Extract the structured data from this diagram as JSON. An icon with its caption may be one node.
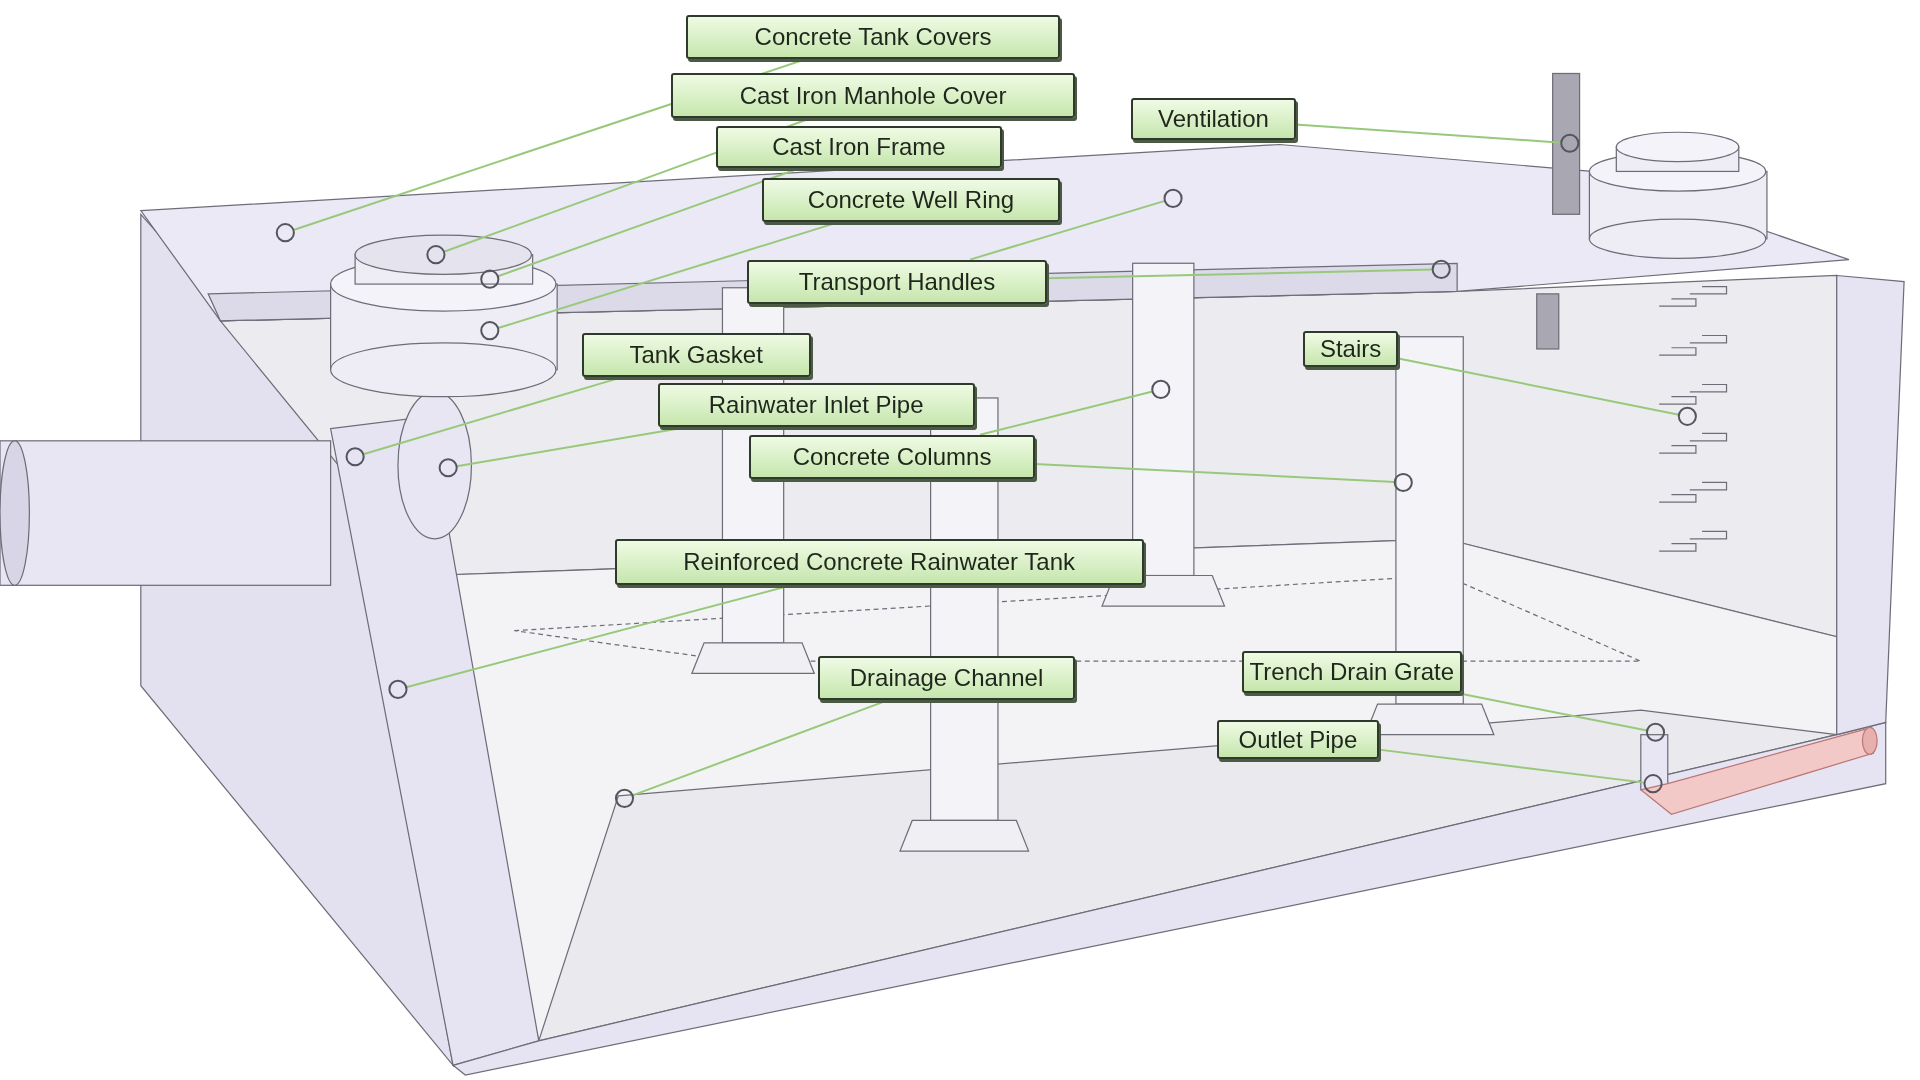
{
  "diagram": {
    "nodes": [
      {
        "text": [
          "Concrete Tank Covers"
        ]
      },
      {
        "text": [
          "Cast Iron Manhole Cover"
        ]
      },
      {
        "text": [
          "Cast Iron Frame"
        ]
      },
      {
        "text": [
          "Concrete Well Ring"
        ]
      },
      {
        "text": [
          "Ventilation"
        ]
      },
      {
        "text": [
          "Transport Handles"
        ]
      },
      {
        "text": [
          "Tank Gasket"
        ]
      },
      {
        "text": [
          "Rainwater Inlet Pipe"
        ]
      },
      {
        "text": [
          "Concrete Columns"
        ]
      },
      {
        "text": [
          "Stairs"
        ]
      },
      {
        "text": [
          "Reinforced Concrete Rainwater Tank"
        ]
      },
      {
        "text": [
          "Drainage Channel"
        ]
      },
      {
        "text": [
          "Trench Drain Grate"
        ]
      },
      {
        "text": [
          "Outlet Pipe"
        ]
      },
      {
        "text": [],
        "shape": "circle"
      },
      {
        "text": [],
        "shape": "circle"
      },
      {
        "text": [],
        "shape": "circle"
      },
      {
        "text": [],
        "shape": "circle"
      },
      {
        "text": [],
        "shape": "circle"
      },
      {
        "text": [],
        "shape": "circle"
      },
      {
        "text": [],
        "shape": "circle"
      },
      {
        "text": [],
        "shape": "circle"
      },
      {
        "text": [],
        "shape": "circle"
      },
      {
        "text": [],
        "shape": "circle"
      },
      {
        "text": [],
        "shape": "circle"
      },
      {
        "text": [],
        "shape": "circle"
      },
      {
        "text": [],
        "shape": "circle"
      },
      {
        "text": [],
        "shape": "circle"
      },
      {
        "text": [],
        "shape": "circle"
      },
      {
        "text": [],
        "shape": "circle"
      }
    ],
    "edges": [
      {
        "from": 0,
        "to": 14,
        "arrow": "none"
      },
      {
        "from": 1,
        "to": 15,
        "arrow": "none"
      },
      {
        "from": 2,
        "to": 16,
        "arrow": "none"
      },
      {
        "from": 3,
        "to": 17,
        "arrow": "none"
      },
      {
        "from": 4,
        "to": 18,
        "arrow": "none"
      },
      {
        "from": 5,
        "to": 19,
        "arrow": "none"
      },
      {
        "from": 5,
        "to": 20,
        "arrow": "none"
      },
      {
        "from": 6,
        "to": 21,
        "arrow": "none"
      },
      {
        "from": 7,
        "to": 22,
        "arrow": "none"
      },
      {
        "from": 8,
        "to": 23,
        "arrow": "none"
      },
      {
        "from": 8,
        "to": 24,
        "arrow": "none"
      },
      {
        "from": 9,
        "to": 25,
        "arrow": "none"
      },
      {
        "from": 10,
        "to": 26,
        "arrow": "none"
      },
      {
        "from": 11,
        "to": 27,
        "arrow": "none"
      },
      {
        "from": 12,
        "to": 28,
        "arrow": "none"
      },
      {
        "from": 13,
        "to": 29,
        "arrow": "none"
      }
    ]
  }
}
